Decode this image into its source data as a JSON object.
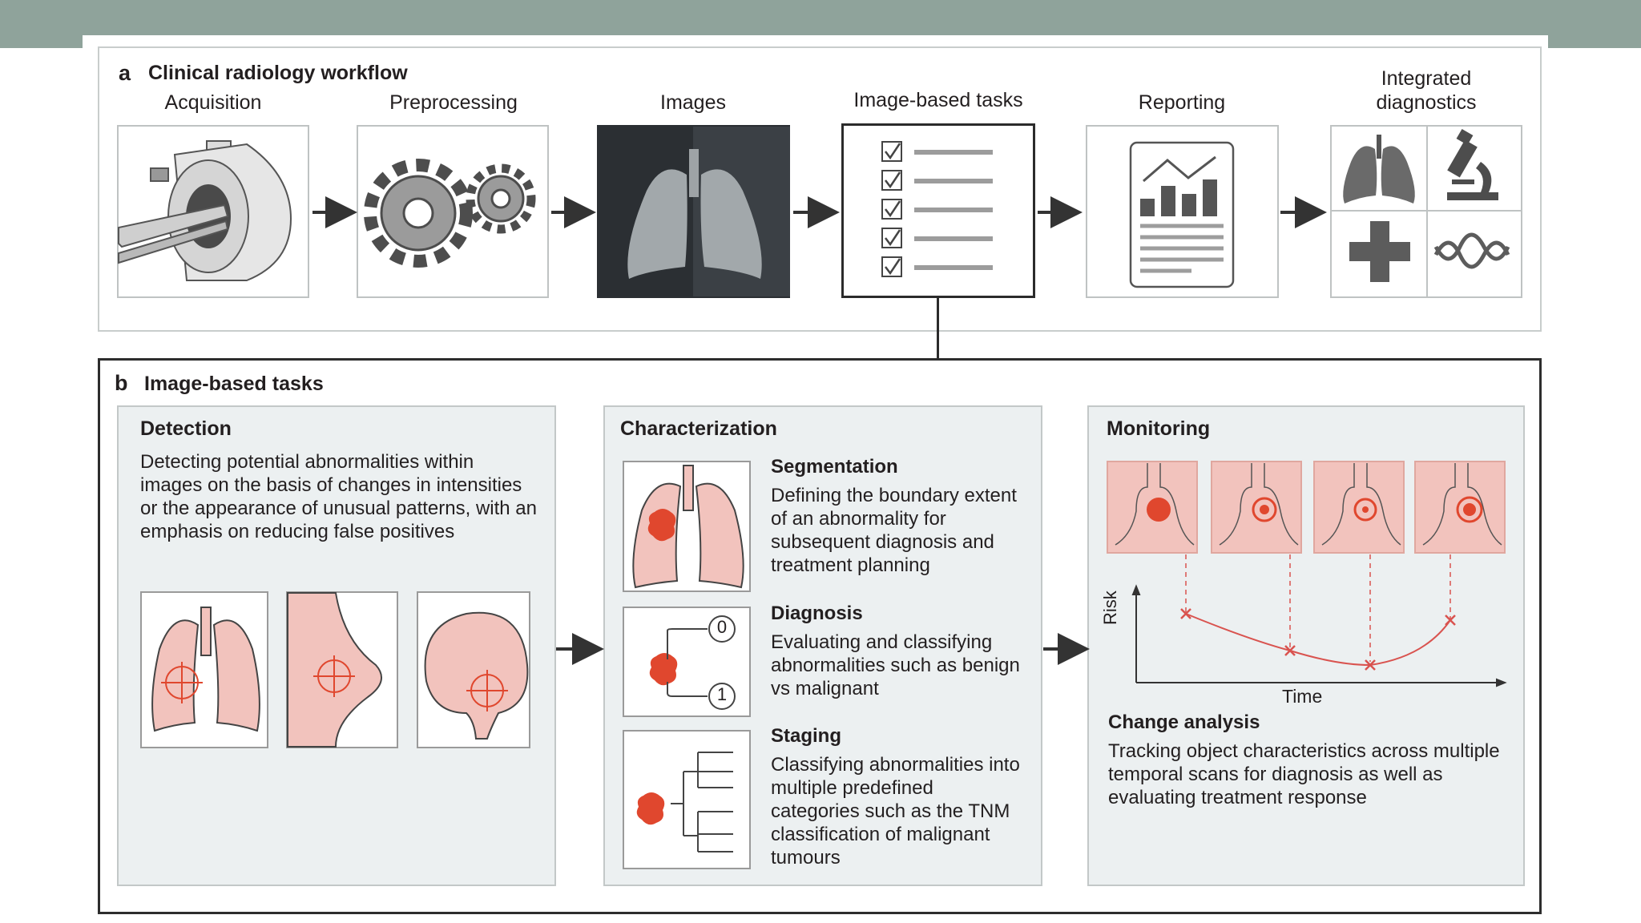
{
  "panel_a": {
    "letter": "a",
    "title": "Clinical radiology workflow",
    "steps": {
      "acquisition": "Acquisition",
      "preprocessing": "Preprocessing",
      "images": "Images",
      "image_tasks": "Image-based tasks",
      "reporting": "Reporting",
      "integrated": "Integrated\ndiagnostics"
    }
  },
  "panel_b": {
    "letter": "b",
    "title": "Image-based tasks",
    "detection": {
      "title": "Detection",
      "body": "Detecting potential abnormalities within images on the basis of changes in intensities or the appearance of unusual patterns, with an emphasis on reducing false positives"
    },
    "characterization": {
      "title": "Characterization",
      "segmentation": {
        "title": "Segmentation",
        "body": "Defining the boundary extent of an abnormality for subsequent diagnosis and treatment planning"
      },
      "diagnosis": {
        "title": "Diagnosis",
        "body": "Evaluating and classifying abnormalities such as benign vs malignant",
        "label_0": "0",
        "label_1": "1"
      },
      "staging": {
        "title": "Staging",
        "body": "Classifying abnormalities into multiple predefined categories such as the TNM classification of malignant tumours"
      }
    },
    "monitoring": {
      "title": "Monitoring",
      "ylabel": "Risk",
      "xlabel": "Time",
      "change_title": "Change analysis",
      "change_body": "Tracking object characteristics across multiple temporal scans for diagnosis as well as evaluating treatment response"
    }
  },
  "colors": {
    "lesion": "#e0472e",
    "tissue": "#f2c3bd",
    "accent_line": "#d9534f",
    "panel_bg": "#ecf0f1",
    "top_bar": "#8fa39b"
  }
}
